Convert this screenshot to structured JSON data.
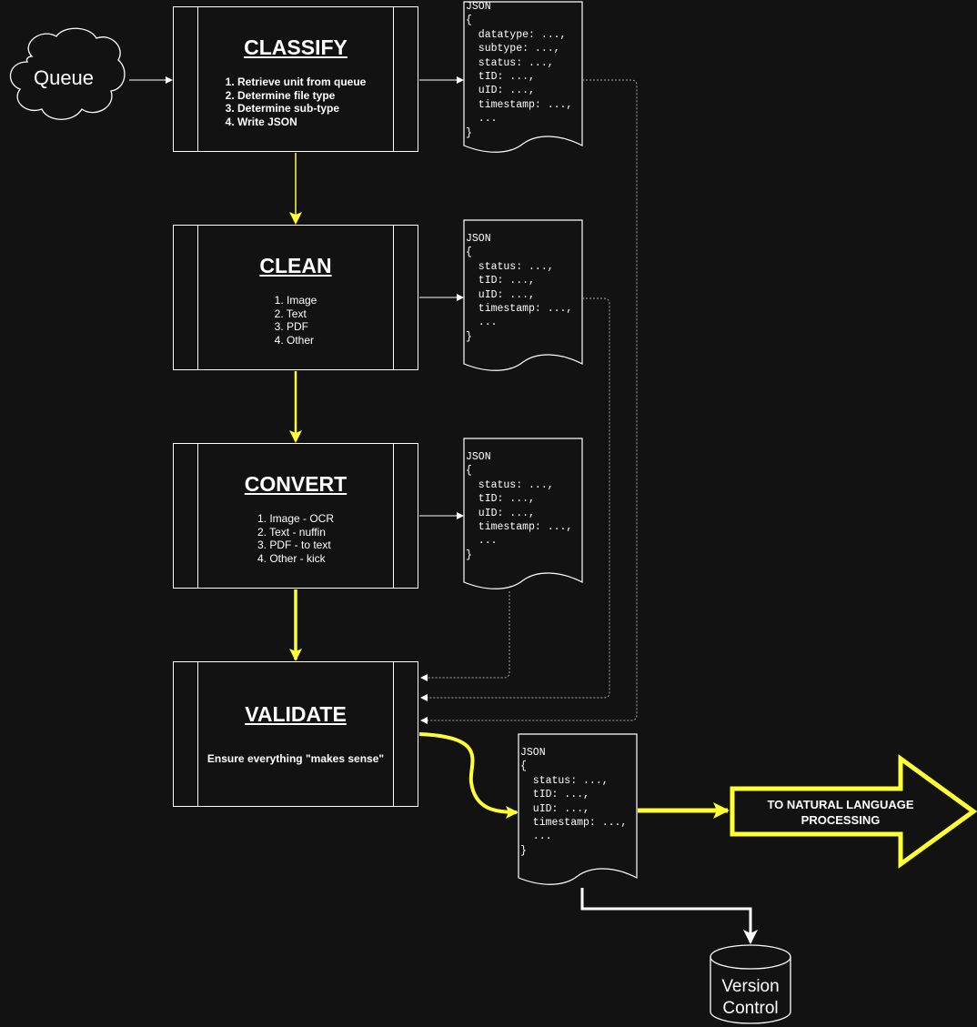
{
  "queue": {
    "label": "Queue"
  },
  "stages": [
    {
      "id": "classify",
      "title": "CLASSIFY",
      "steps": [
        "1. Retrieve unit from queue",
        "2. Determine file type",
        "3. Determine sub-type",
        "4. Write JSON"
      ],
      "bold_steps": true
    },
    {
      "id": "clean",
      "title": "CLEAN",
      "steps": [
        "1. Image",
        "2. Text",
        "3. PDF",
        "4. Other"
      ],
      "bold_steps": false
    },
    {
      "id": "convert",
      "title": "CONVERT",
      "steps": [
        "1. Image - OCR",
        "2. Text - nuffin",
        "3. PDF - to text",
        "4. Other - kick"
      ],
      "bold_steps": false
    },
    {
      "id": "validate",
      "title": "VALIDATE",
      "steps": [
        "Ensure everything \"makes sense\""
      ],
      "bold_steps": true
    }
  ],
  "json_docs": [
    {
      "id": "classify-json",
      "lines": [
        "JSON",
        "{",
        "  datatype: ...,",
        "  subtype: ...,",
        "  status: ...,",
        "  tID: ...,",
        "  uID: ...,",
        "  timestamp: ...,",
        "  ...",
        "}"
      ]
    },
    {
      "id": "clean-json",
      "lines": [
        "JSON",
        "{",
        "  status: ...,",
        "  tID: ...,",
        "  uID: ...,",
        "  timestamp: ...,",
        "  ...",
        "}"
      ]
    },
    {
      "id": "convert-json",
      "lines": [
        "JSON",
        "{",
        "  status: ...,",
        "  tID: ...,",
        "  uID: ...,",
        "  timestamp: ...,",
        "  ...",
        "}"
      ]
    },
    {
      "id": "validate-json",
      "lines": [
        "JSON",
        "{",
        "  status: ...,",
        "  tID: ...,",
        "  uID: ...,",
        "  timestamp: ...,",
        "  ...",
        "}"
      ]
    }
  ],
  "nlp_arrow": {
    "line1": "TO NATURAL LANGUAGE",
    "line2": "PROCESSING"
  },
  "version_control": {
    "line1": "Version",
    "line2": "Control"
  },
  "colors": {
    "background": "#121212",
    "foreground": "#ffffff",
    "accent": "#ffff33"
  }
}
